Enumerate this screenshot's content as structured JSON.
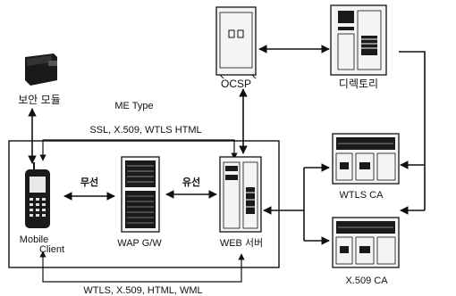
{
  "nodes": {
    "security_module": "보안 모듈",
    "ocsp": "OCSP",
    "directory": "디렉토리",
    "wtls_ca": "WTLS CA",
    "x509_ca": "X.509 CA",
    "mobile_client_line1": "Mobile",
    "mobile_client_line2": "Client",
    "wap_gw": "WAP G/W",
    "web_server": "WEB 서버"
  },
  "links": {
    "wireless": "무선",
    "wired": "유선",
    "me_type": "ME Type",
    "top_protocols": "SSL, X.509, WTLS HTML",
    "bottom_protocols": "WTLS, X.509, HTML, WML"
  },
  "colors": {
    "ink": "#111111",
    "device_dark": "#1a1a1a",
    "device_light": "#f4f4f4"
  }
}
